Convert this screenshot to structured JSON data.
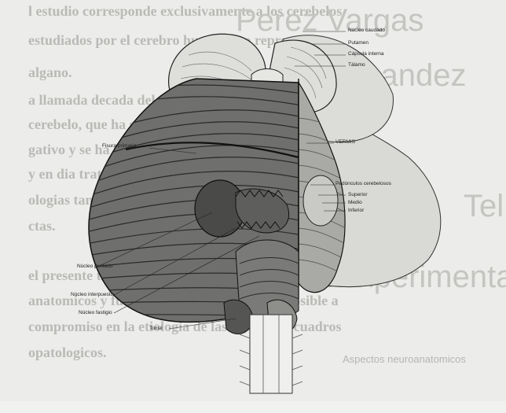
{
  "background_text": {
    "lines": [
      "l estudio corresponde exclusivamente a los cerebelos",
      "estudiados por el cerebro humano no represe",
      "algano.",
      "a llamada decada del cerebro existio un interes es",
      "cerebelo, que ha sido objeto de su estruc",
      "gativo y se ha mostrado cada vez mas frecuente y con",
      "y en dia tratan de analizar aun al unimon el cu",
      "ologias tan diversas.",
      "ctas.",
      "el presente trabajo se",
      "anatomicos y funcionales del cerebelo y su posible a",
      "compromiso en la etiologia de las diferentes cuadros",
      "opatologicos."
    ],
    "large_words": [
      "Perez Vargas",
      "Jairo Hernandez",
      "Tel",
      "a experimental"
    ],
    "footer": "Aspectos neuroanatomicos"
  },
  "figure": {
    "labels": {
      "nucleo_caudado": "Núcleo caudado",
      "putamen": "Putamen",
      "capsula_interna": "Cápsula interna",
      "talamo": "Tálamo",
      "fisura_primaria": "Fisura primaria",
      "vermis": "VERMIS",
      "pedunculos": "Pedúnculos cerebelosos",
      "superior": "Superior",
      "medio": "Medio",
      "inferior": "Inferior",
      "nucleo_dentado": "Núcleo dentado",
      "nucleo_interpuesto": "Núcleo interpuesto",
      "nucleo_fastigio": "Núcleo fastigio",
      "tonsil": "Tonsil"
    }
  }
}
